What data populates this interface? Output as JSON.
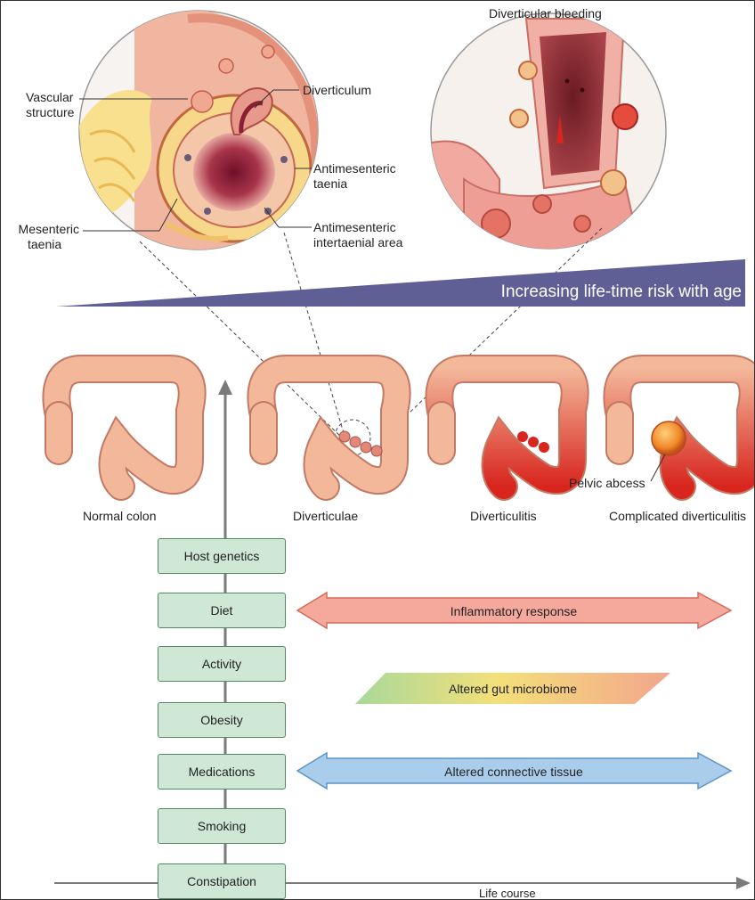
{
  "zoom_left": {
    "labels": {
      "vascular_structure": [
        "Vascular",
        "structure"
      ],
      "diverticulum": "Diverticulum",
      "antimesenteric_taenia": [
        "Antimesenteric",
        "taenia"
      ],
      "mesenteric_taenia": [
        "Mesenteric",
        "taenia"
      ],
      "antimesenteric_intertaenial_area": [
        "Antimesenteric",
        "intertaenial area"
      ]
    }
  },
  "zoom_right": {
    "title": "Diverticular bleeding"
  },
  "risk_banner": {
    "text": "Increasing life-time risk with age"
  },
  "stages": [
    {
      "caption": "Normal colon"
    },
    {
      "caption": "Diverticulae"
    },
    {
      "caption": "Diverticulitis"
    },
    {
      "caption": "Complicated diverticulitis"
    }
  ],
  "pelvic_abscess_label": "Pelvic abcess",
  "risk_factors": [
    "Host genetics",
    "Diet",
    "Activity",
    "Obesity",
    "Medications",
    "Smoking",
    "Constipation"
  ],
  "processes": {
    "inflammatory": "Inflammatory response",
    "microbiome": "Altered gut microbiome",
    "connective": "Altered connective tissue"
  },
  "x_axis_label": "Life course",
  "colors": {
    "banner": "#5f5e95",
    "box_fill": "#cfe8d6",
    "box_border": "#4f8a64",
    "inflammatory_arrow": "#f4a99c",
    "connective_arrow": "#a9cdea",
    "colon_normal": "#f3b79a",
    "colon_inflamed": "#d8251d"
  }
}
